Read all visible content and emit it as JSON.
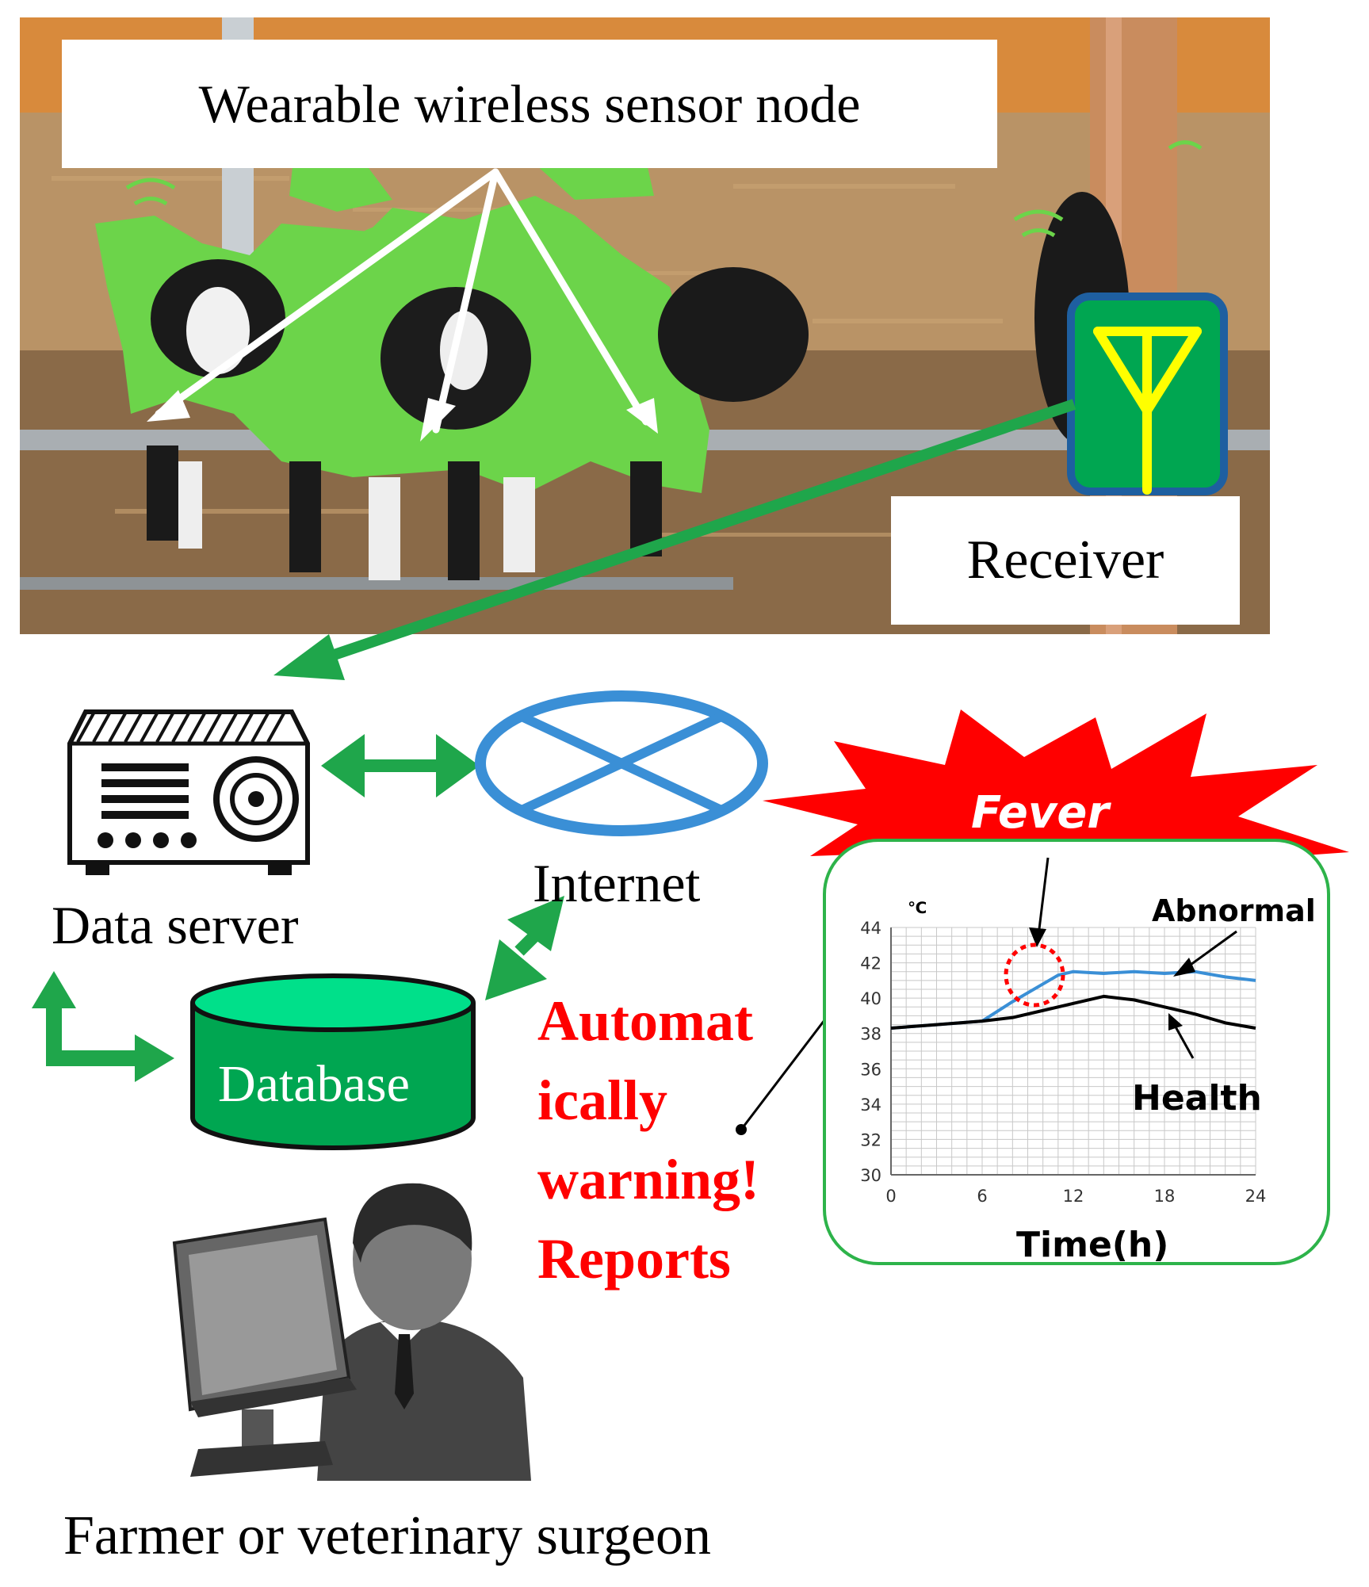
{
  "labels": {
    "sensor_node": "Wearable wireless sensor node",
    "receiver": "Receiver",
    "data_server": "Data server",
    "internet": "Internet",
    "database": "Database",
    "farmer": "Farmer or veterinary surgeon",
    "fever": "Fever"
  },
  "warning_lines": [
    "Automat",
    "ically",
    "warning!",
    "Reports"
  ],
  "colors": {
    "arrow_green": "#1fa64b",
    "node_green": "#6cd44a",
    "database_fill": "#00a651",
    "internet_blue": "#3a8fd6",
    "warning_red": "#ff0000",
    "fever_star": "#ff0000",
    "receiver_frame": "#1e5fa0",
    "receiver_antenna": "#ffff00"
  },
  "icons": [
    "data-server-icon",
    "internet-icon",
    "database-icon",
    "farmer-computer-icon",
    "antenna-icon"
  ],
  "chart_data": {
    "type": "line",
    "title": "",
    "xlabel": "Time(h)",
    "ylabel": "℃",
    "xlim": [
      0,
      24
    ],
    "ylim": [
      30,
      44
    ],
    "x_ticks": [
      0,
      6,
      12,
      18,
      24
    ],
    "y_ticks": [
      30,
      32,
      34,
      36,
      38,
      40,
      42,
      44
    ],
    "grid": true,
    "series": [
      {
        "name": "Abnormal",
        "color": "#3a8fd6",
        "x": [
          0,
          3,
          6,
          8,
          10,
          11,
          12,
          14,
          16,
          18,
          20,
          22,
          24
        ],
        "y": [
          38.3,
          38.5,
          38.7,
          39.8,
          40.8,
          41.3,
          41.5,
          41.4,
          41.5,
          41.4,
          41.5,
          41.2,
          41.0
        ]
      },
      {
        "name": "Health",
        "color": "#000000",
        "x": [
          0,
          3,
          6,
          8,
          10,
          12,
          14,
          16,
          18,
          20,
          22,
          24
        ],
        "y": [
          38.3,
          38.5,
          38.7,
          38.9,
          39.3,
          39.7,
          40.1,
          39.9,
          39.5,
          39.1,
          38.6,
          38.3
        ]
      }
    ],
    "annotations": [
      "Abnormal",
      "Health",
      "Fever"
    ]
  }
}
